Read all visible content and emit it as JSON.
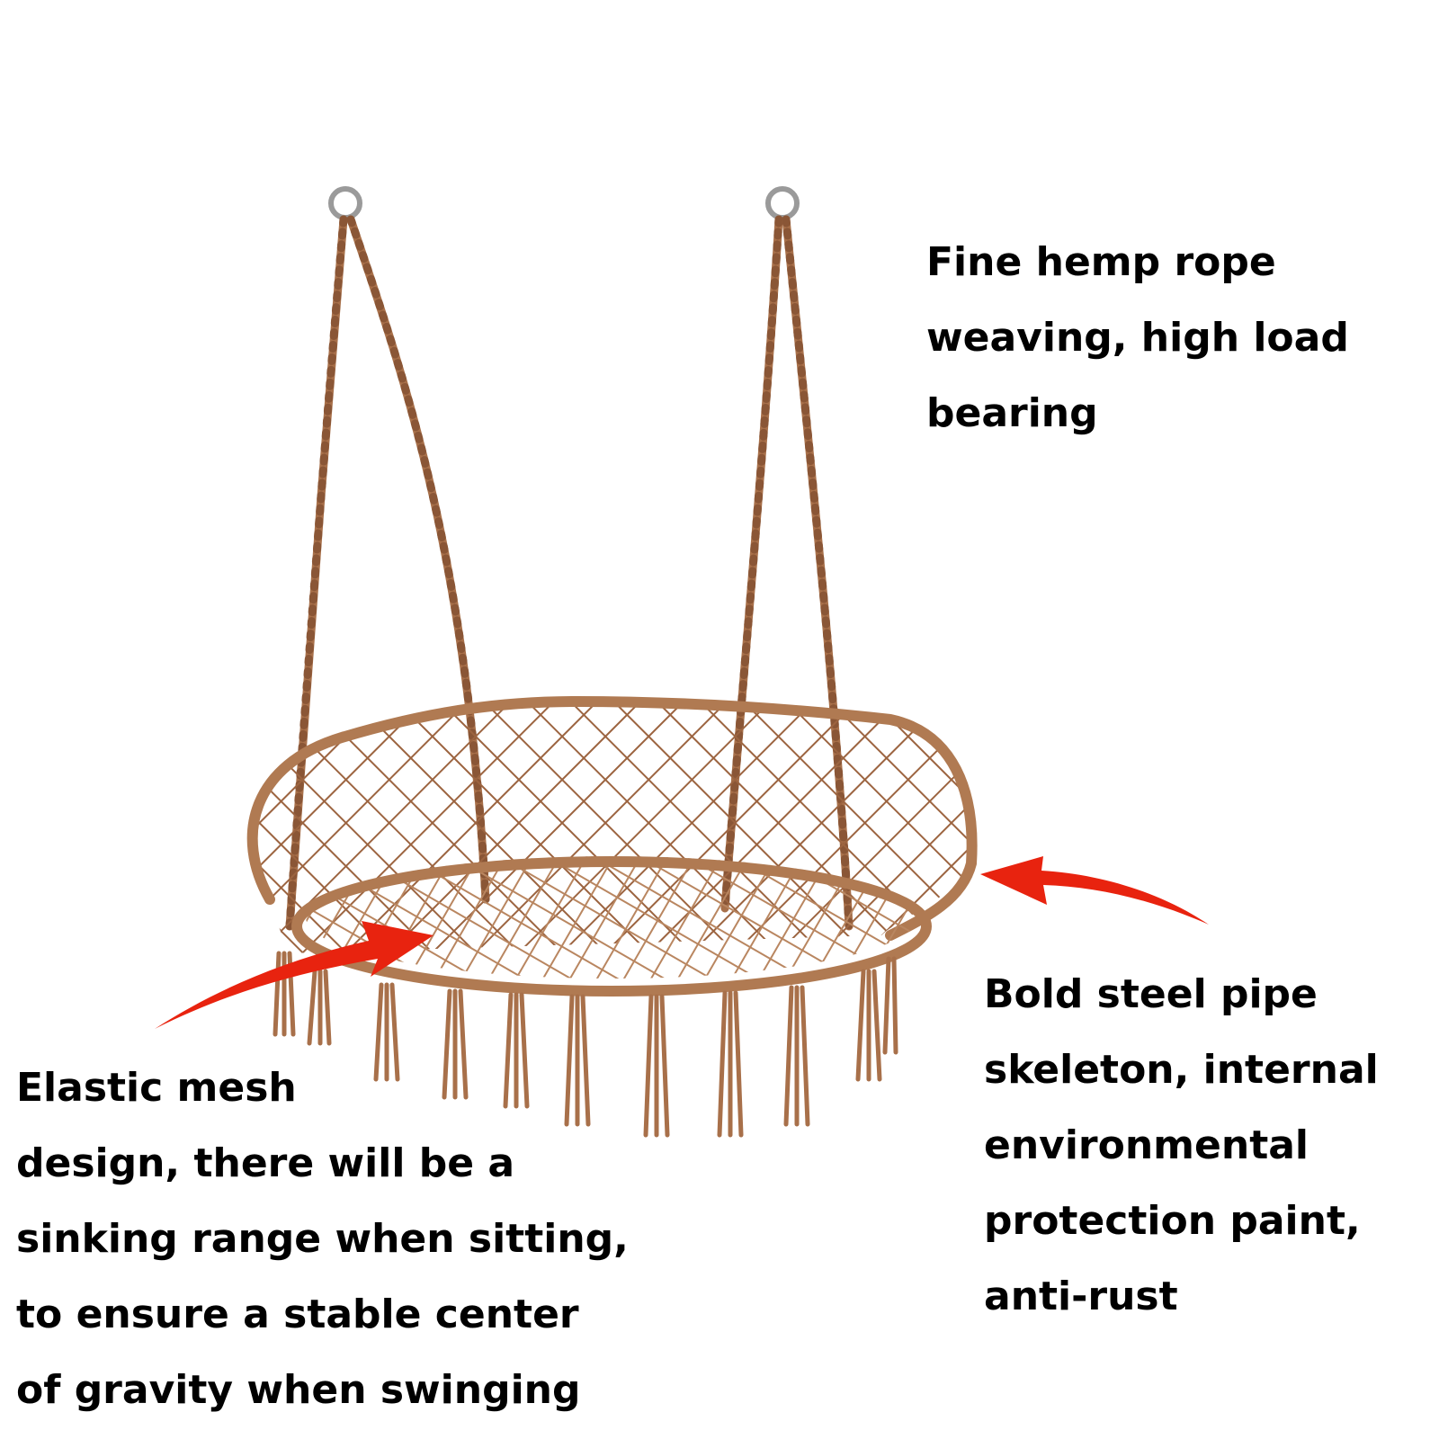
{
  "image": {
    "subject": "hanging-rope-swing-chair-icon",
    "colors": {
      "background": "#ffffff",
      "rope": "#a8704a",
      "rope_dark": "#8a5636",
      "rim": "#b07a52",
      "ring": "#9a9a9a",
      "arrow": "#e8230f",
      "text": "#000000"
    }
  },
  "captions": {
    "rope": {
      "lines": [
        "Fine hemp rope",
        "weaving, high load",
        "bearing"
      ]
    },
    "pipe": {
      "lines": [
        "Bold steel pipe",
        "skeleton, internal",
        "environmental",
        "protection paint,",
        "anti-rust"
      ]
    },
    "mesh": {
      "lines": [
        "Elastic mesh",
        "design, there will be a",
        "sinking range when sitting,",
        "to ensure a stable center",
        "of gravity when swinging"
      ]
    }
  }
}
